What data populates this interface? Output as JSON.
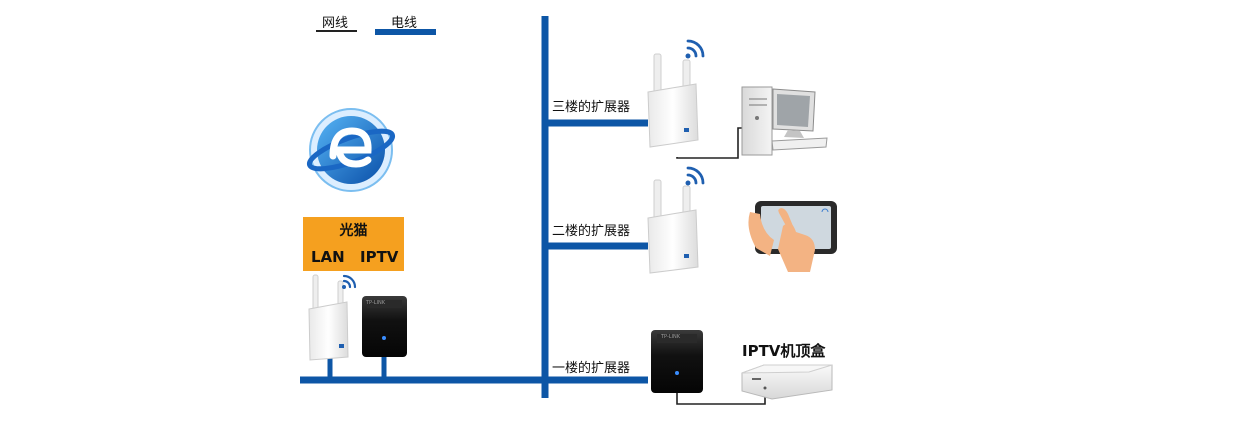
{
  "legend": {
    "network_cable_label": "网线",
    "power_line_label": "电线"
  },
  "modem": {
    "title": "光猫",
    "port_lan": "LAN",
    "port_iptv": "IPTV"
  },
  "extenders": {
    "floor3": "三楼的扩展器",
    "floor2": "二楼的扩展器",
    "floor1": "一楼的扩展器"
  },
  "devices": {
    "stb_label": "IPTV机顶盒",
    "brand_text": "TP-LINK"
  },
  "colors": {
    "power_line": "#0d56a6",
    "network_cable": "#222222",
    "modem_fill": "#f5a01f",
    "wifi": "#1f5fb0",
    "internet_globe": "#1e78d6"
  }
}
